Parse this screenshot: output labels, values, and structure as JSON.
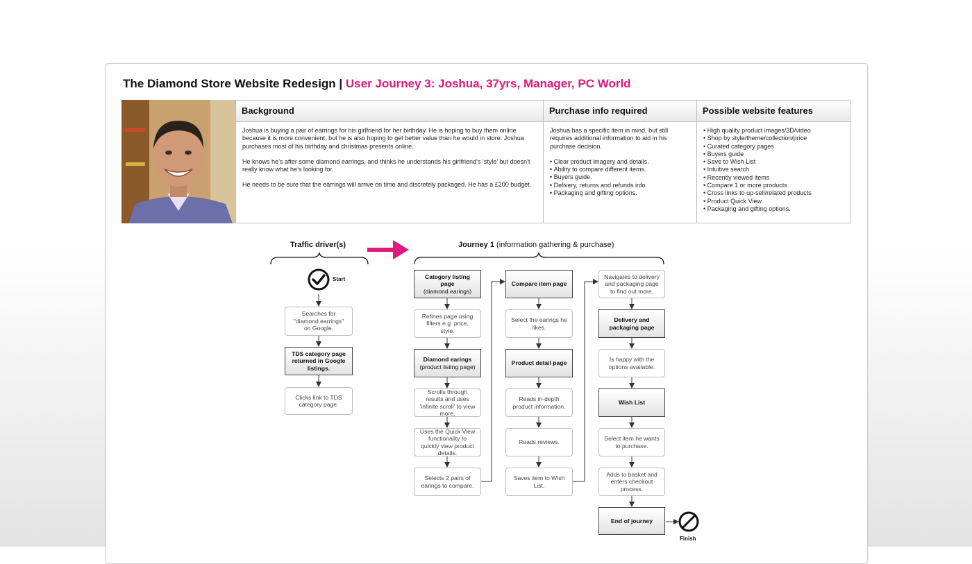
{
  "title": {
    "main": "The Diamond Store Website Redesign | ",
    "sub": "User Journey 3: Joshua, 37yrs, Manager, PC World"
  },
  "colors": {
    "accent": "#e0197d",
    "node_border": "#444444",
    "step_border": "#bdbdbd"
  },
  "panels": {
    "background": {
      "heading": "Background",
      "paragraphs": [
        "Joshua is buying a pair of earrings for his girlfriend for her birthday. He is hoping to buy them online because it is more convenient, but he is also hoping to get better value than he would in store. Joshua purchases most of his birthday and christmas presents online.",
        "He knows he’s after some diamond earrings, and thinks he understands his girlfriend’s ‘style’ but doesn’t really know what he’s looking for.",
        "He needs to be sure that the earrings will arrive on time and discretely packaged. He has a £200 budget."
      ]
    },
    "purchase": {
      "heading": "Purchase info required",
      "intro": "Joshua has a specific item in mind, but still requires additional information to aid in his purchase decision.",
      "items": [
        "Clear product imagery and details.",
        "Ability to compare different items.",
        "Buyers guide.",
        "Delivery, returns and refunds info.",
        "Packaging and gifting options."
      ]
    },
    "features": {
      "heading": "Possible website features",
      "items": [
        "High quality product images/3D/video",
        "Shop by style/theme/collection/price",
        "Curated category pages",
        "Buyers guide",
        "Save to Wish List",
        "Intuitive search",
        "Recently viewed items",
        "Compare 1 or more products",
        "Cross links to up-sell/related products",
        "Product Quick View",
        "Packaging and gifting options."
      ]
    }
  },
  "traffic": {
    "heading": "Traffic driver(s)",
    "start_label": "Start",
    "steps": {
      "s1": "Searches for \"diamond earrings\" on Google.",
      "p1": "TDS category page returned in Google listings.",
      "s2": "Clicks link to TDS category page."
    }
  },
  "journey": {
    "heading_bold": "Journey 1",
    "heading_rest": " (information gathering & purchase)",
    "finish_label": "Finish",
    "col1": {
      "p1_title": "Category listing page",
      "p1_sub": "(diamond earings)",
      "s1": "Refines page using filters e.g. price, style.",
      "p2_title": "Diamond earings",
      "p2_sub": "(product listing page)",
      "s2": "Scrolls through results and uses 'infinite scroll' to view more.",
      "s3": "Uses the Quick View functionality to quickly view product details.",
      "s4": "Selects 2 pairs of earings to compare."
    },
    "col2": {
      "p1": "Compare item page",
      "s1": "Select the earings he likes.",
      "p2": "Product detail page",
      "s2": "Reads in-depth product information.",
      "s3": "Reads reviews.",
      "s4": "Saves item to Wish List."
    },
    "col3": {
      "s1": "Navigates to delivery and packaging page to find out more.",
      "p1": "Delivery and packaging page",
      "s2": "Is happy with the options available.",
      "p2": "Wish List",
      "s3": "Select item he wants to purchase.",
      "s4": "Adds to basket and enters checkout process.",
      "p3": "End of journey"
    }
  }
}
